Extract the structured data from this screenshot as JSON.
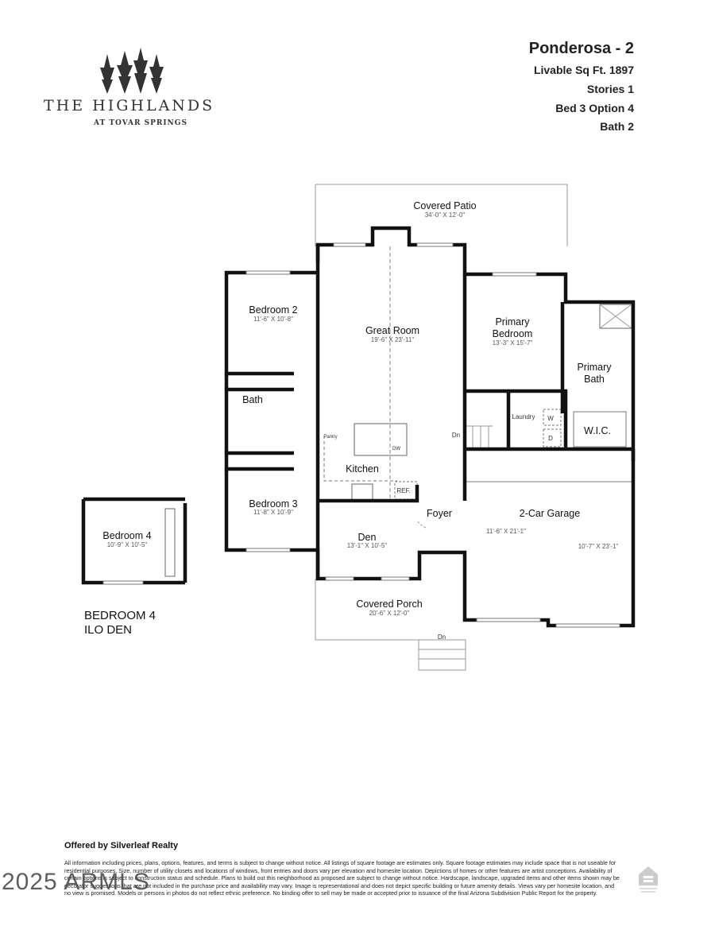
{
  "brand": {
    "name": "THE HIGHLANDS",
    "sub": "AT TOVAR SPRINGS"
  },
  "plan": {
    "title": "Ponderosa - 2",
    "sqft": "Livable Sq Ft. 1897",
    "stories": "Stories 1",
    "bed": "Bed 3 Option 4",
    "bath": "Bath 2"
  },
  "rooms": {
    "patio": {
      "name": "Covered Patio",
      "dim": "34'-0\" X 12'-0\""
    },
    "great": {
      "name": "Great Room",
      "dim": "19'-6\" X 23'-11\""
    },
    "bed2": {
      "name": "Bedroom 2",
      "dim": "11'-6\" X 10'-8\""
    },
    "primary": {
      "name1": "Primary",
      "name2": "Bedroom",
      "dim": "13'-3\" X 15'-7\""
    },
    "pbath": {
      "name1": "Primary",
      "name2": "Bath"
    },
    "bath": {
      "name": "Bath"
    },
    "laundry": {
      "name": "Laundry"
    },
    "w": "W",
    "d": "D",
    "wic": {
      "name": "W.I.C."
    },
    "pantry": {
      "name": "Pantry"
    },
    "dw": "DW",
    "kitchen": {
      "name": "Kitchen"
    },
    "ref": "REF.",
    "dn1": "Dn",
    "dn2": "Dn",
    "bed3": {
      "name": "Bedroom 3",
      "dim": "11'-8\" X 10'-9\""
    },
    "den": {
      "name": "Den",
      "dim": "13'-1\" X 10'-5\""
    },
    "foyer": {
      "name": "Foyer"
    },
    "garage": {
      "name": "2-Car Garage",
      "dim1": "11'-6\" X 21'-1\"",
      "dim2": "10'-7\" X 23'-1\""
    },
    "porch": {
      "name": "Covered Porch",
      "dim": "20'-6\" X 12'-0\""
    },
    "bed4": {
      "name": "Bedroom 4",
      "dim": "10'-9\" X 10'-5\""
    }
  },
  "option_note": {
    "line1": "BEDROOM 4",
    "line2": "ILO DEN"
  },
  "footer": {
    "offered": "Offered by Silverleaf Realty",
    "disclaimer": "All information including prices, plans, options, features, and terms is subject to change without notice. All listings of square footage are estimates only. Square footage estimates may include space that is not useable for residential purposes. Size, number of utility closets and locations of windows, front entries and doors vary per elevation and homesite location. Depictions of homes or other features are artist conceptions. Availability of certain options is subject to construction status and schedule. Plans to build out this neighborhood as proposed are subject to change without notice. Hardscape, landscape, upgraded items and other items shown may be decorator suggestions that are not included in the purchase price and availability may vary. Image is representational and does not depict specific building or future amenity details. Views vary per homesite location, and no view is promised. Models or persons in photos do not reflect ethnic preference. No binding offer to sell may be made or accepted prior to issuance of the final Arizona Subdivision Public Report for the property.",
    "watermark": "2025 ARMLS"
  }
}
